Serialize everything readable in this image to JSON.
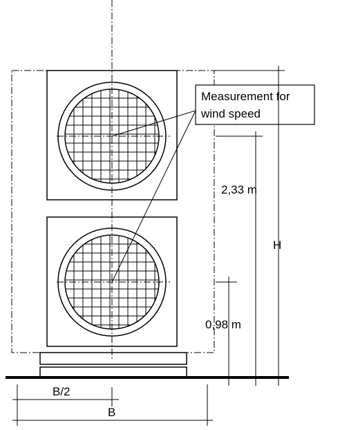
{
  "labels": {
    "measurement_line1": "Measurement for",
    "measurement_line2": "wind speed",
    "dim_upper": "2,33 m",
    "dim_lower": "0,98 m",
    "dim_height": "H",
    "dim_half_width": "B/2",
    "dim_width": "B"
  }
}
